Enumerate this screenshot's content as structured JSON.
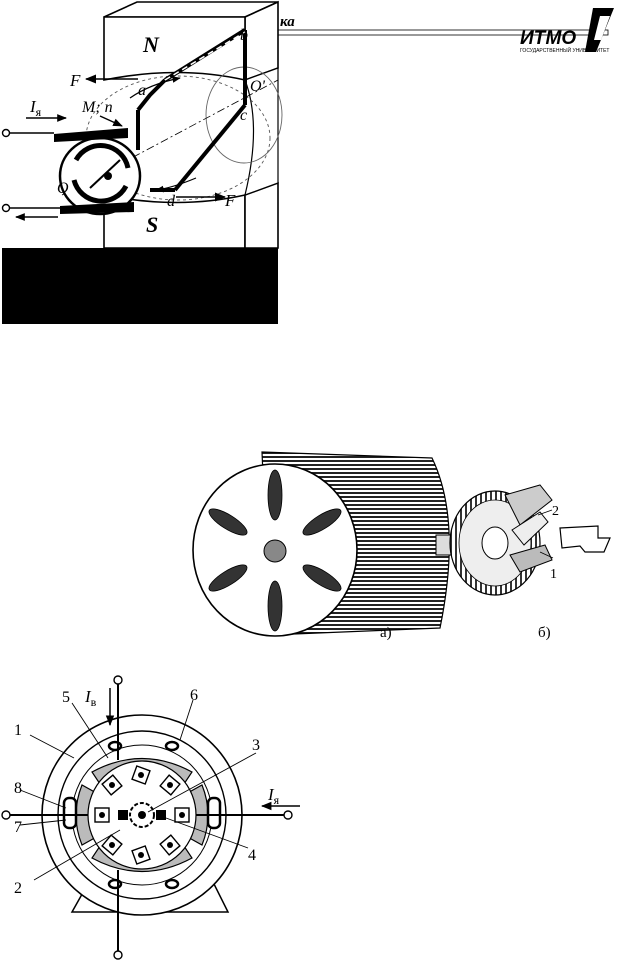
{
  "header": {
    "fragment": "ка",
    "logo_text": "ИТМО",
    "logo_subtitle": "ГОСУДАРСТВЕННЫЙ УНИВЕРСИТЕТ"
  },
  "figure1": {
    "pole_n": "N",
    "pole_s": "S",
    "force": "F",
    "point_a": "a",
    "point_b": "b",
    "point_c": "c",
    "point_d": "d",
    "axis_o": "O",
    "axis_o2": "O'",
    "torque": "M; n",
    "current_main": "I",
    "current_sub": "я"
  },
  "figure2": {
    "callout_1": "1",
    "callout_2": "2",
    "caption_a": "а)",
    "caption_b": "б)"
  },
  "figure3": {
    "callouts": [
      "1",
      "2",
      "3",
      "4",
      "5",
      "6",
      "7",
      "8"
    ],
    "field_current_main": "I",
    "field_current_sub": "в",
    "armature_current_main": "I",
    "armature_current_sub": "я"
  }
}
